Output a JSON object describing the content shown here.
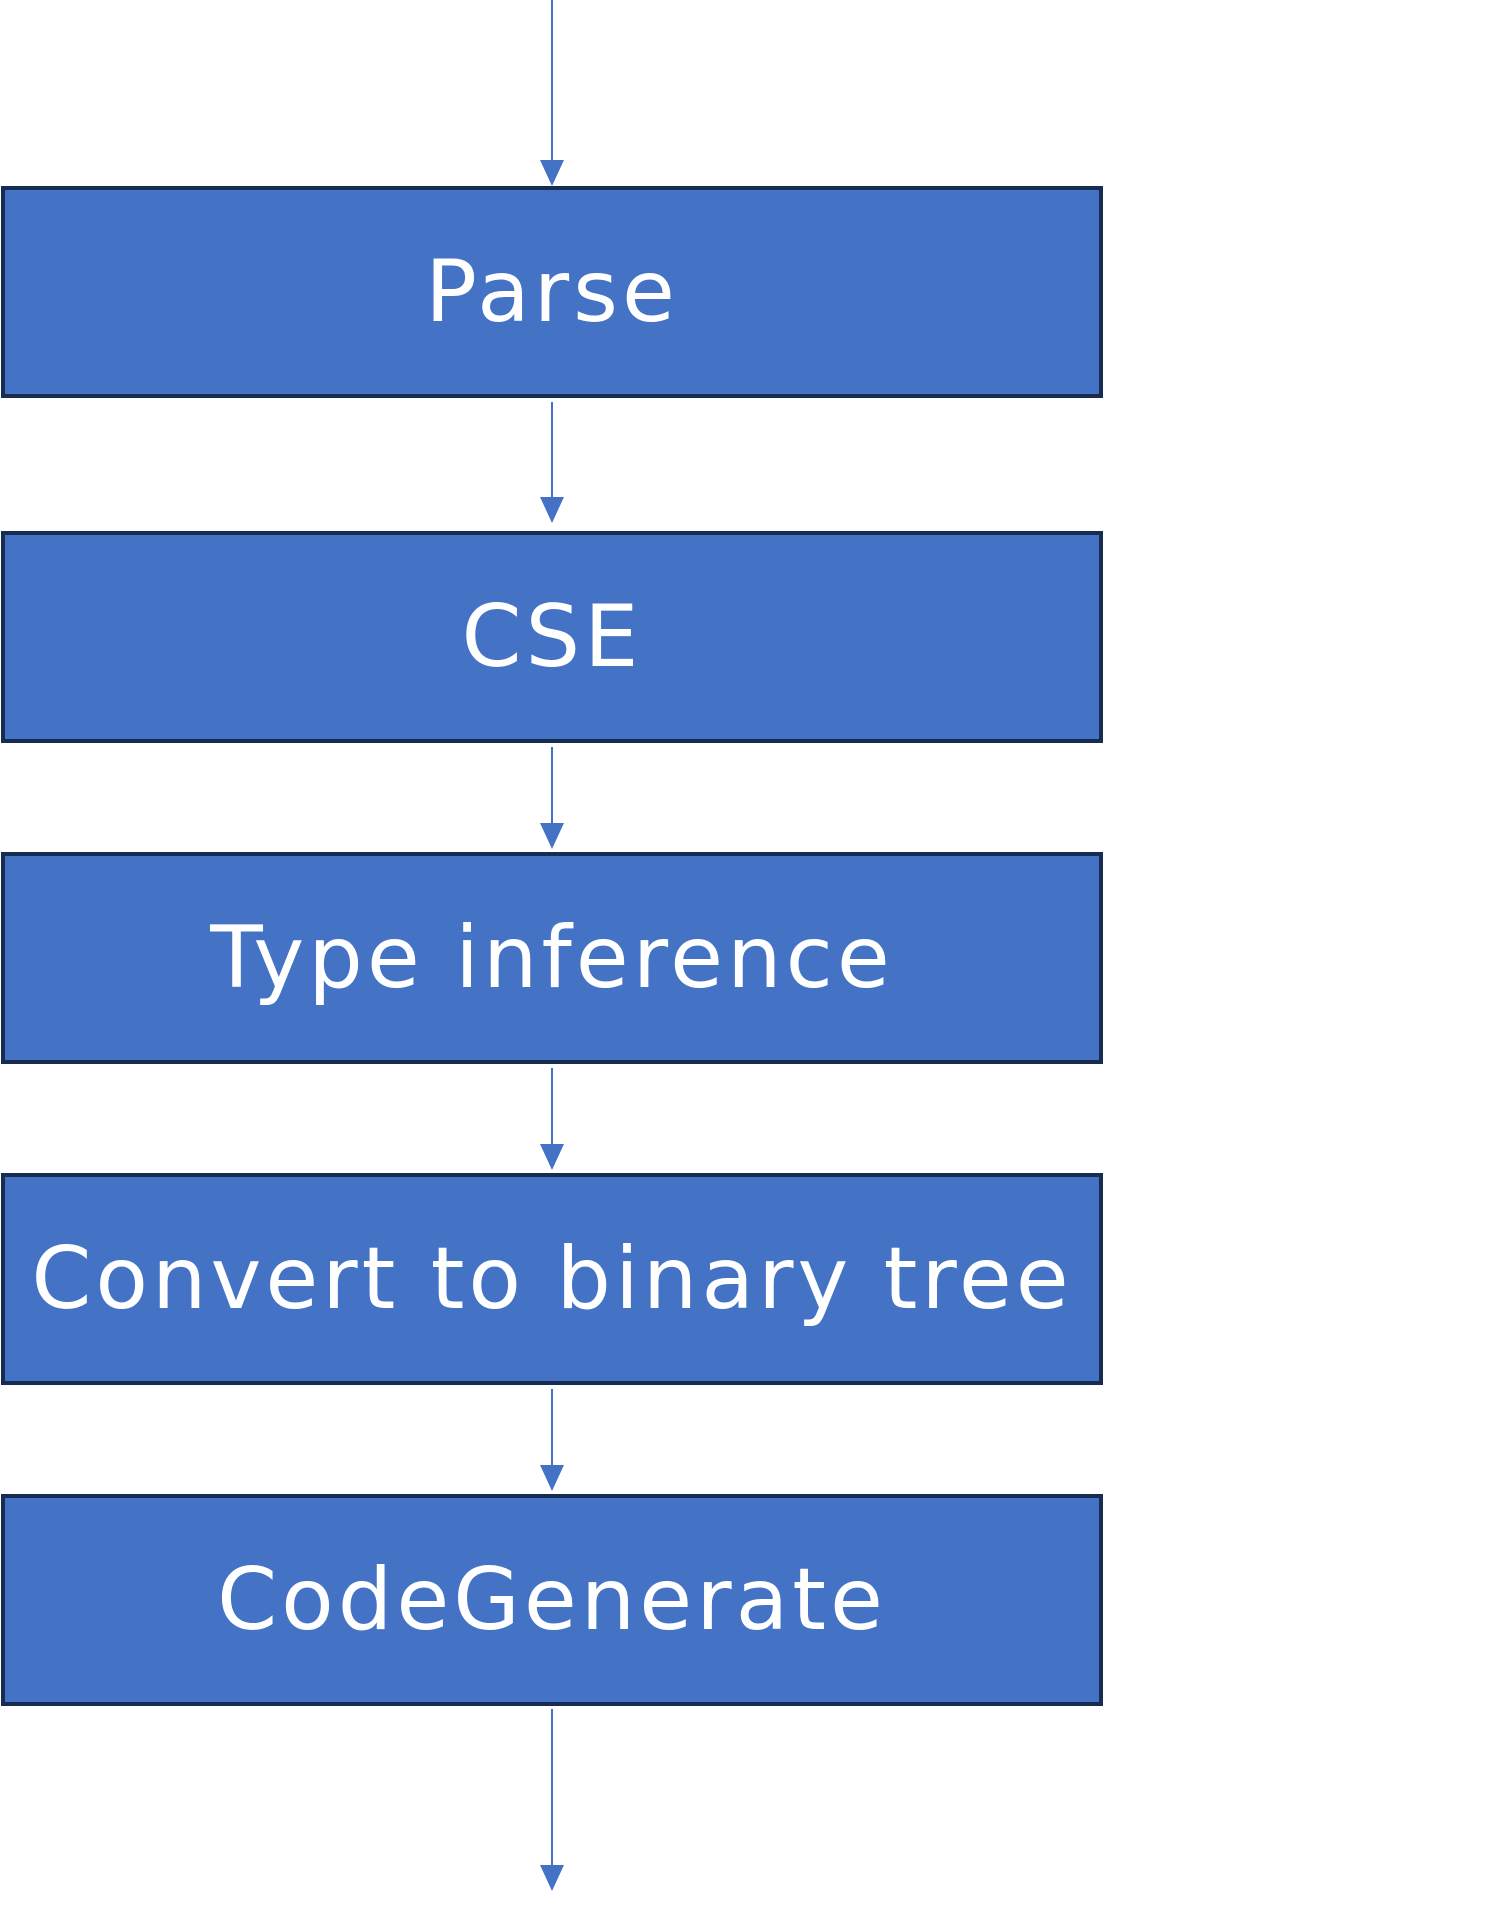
{
  "flowchart": {
    "stages": [
      {
        "label": "Parse"
      },
      {
        "label": "CSE"
      },
      {
        "label": "Type inference"
      },
      {
        "label": "Convert to binary tree"
      },
      {
        "label": "CodeGenerate"
      }
    ]
  },
  "colors": {
    "box_fill": "#4472C4",
    "box_border": "#172C51",
    "connector": "#4472C4",
    "label_text": "#FFFFFF"
  }
}
